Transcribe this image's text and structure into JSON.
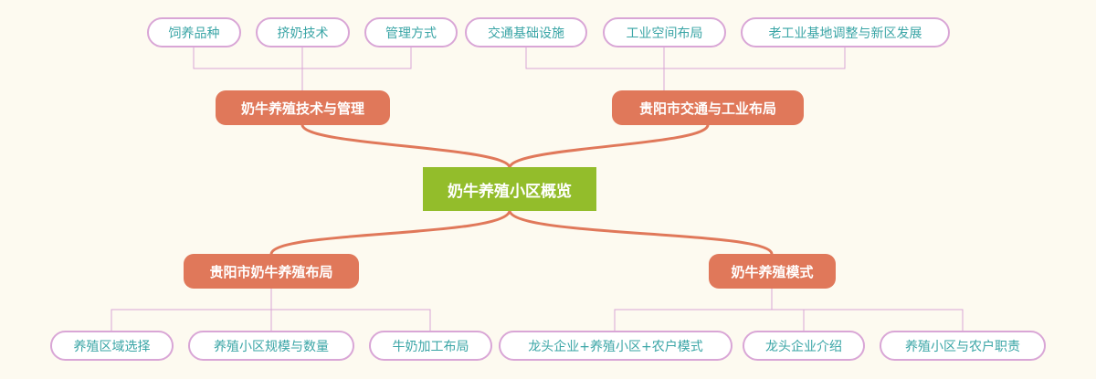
{
  "root": {
    "label": "奶牛养殖小区概览"
  },
  "branches": [
    {
      "label": "奶牛养殖技术与管理",
      "children": [
        "饲养品种",
        "挤奶技术",
        "管理方式"
      ]
    },
    {
      "label": "贵阳市交通与工业布局",
      "children": [
        "交通基础设施",
        "工业空间布局",
        "老工业基地调整与新区发展"
      ]
    },
    {
      "label": "贵阳市奶牛养殖布局",
      "children": [
        "养殖区域选择",
        "养殖小区规模与数量",
        "牛奶加工布局"
      ]
    },
    {
      "label": "奶牛养殖模式",
      "children": [
        "龙头企业+养殖小区+农户模式",
        "龙头企业介绍",
        "养殖小区与农户职责"
      ]
    }
  ],
  "colors": {
    "background": "#fdfaf0",
    "root_fill": "#93bd2b",
    "branch_fill": "#e0785a",
    "leaf_border": "#d9a6d6",
    "leaf_text": "#3aa5a6",
    "trunk_line": "#e0785a",
    "leaf_line": "#d9a6d6"
  }
}
